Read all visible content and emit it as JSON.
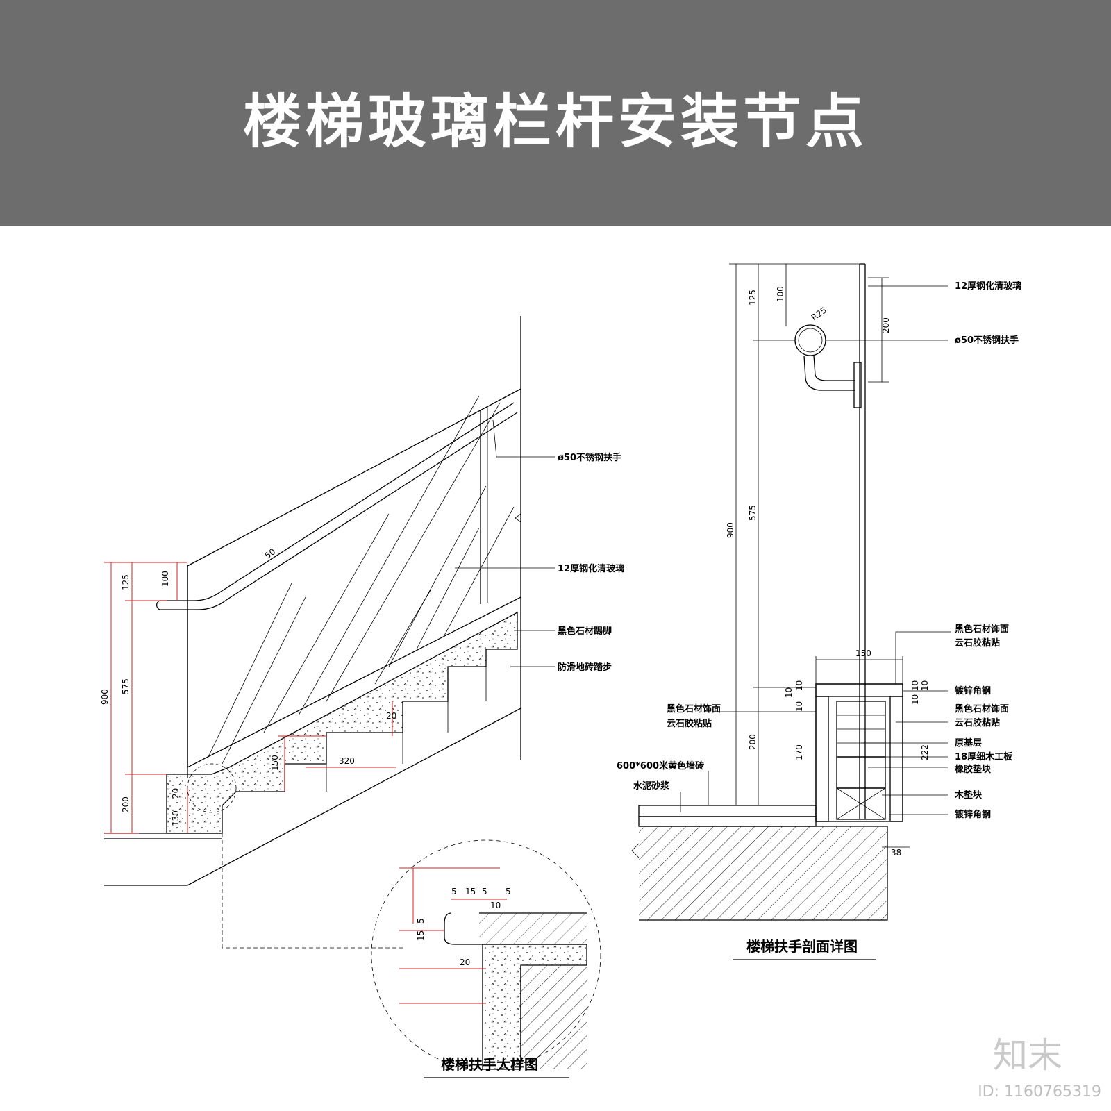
{
  "header": {
    "title": "楼梯玻璃栏杆安装节点",
    "background": "#6d6d6d"
  },
  "colors": {
    "line": "#000000",
    "dimension_red": "#d42020"
  },
  "elevation": {
    "labels": {
      "handrail": "ø50不锈钢扶手",
      "glass": "12厚钢化清玻璃",
      "skirting": "黑色石材踢脚",
      "tread": "防滑地砖踏步"
    },
    "dims": {
      "d900": "900",
      "d125": "125",
      "d575": "575",
      "d200": "200",
      "d100": "100",
      "d50": "50",
      "d20a": "20",
      "d130": "130",
      "d150": "150",
      "d320": "320",
      "d20b": "20"
    }
  },
  "section": {
    "labels": {
      "glass": "12厚钢化清玻璃",
      "handrail": "ø50不锈钢扶手",
      "stone_top_1": "黑色石材饰面",
      "stone_top_2": "云石胶粘贴",
      "angle_steel_1": "镀锌角钢",
      "stone_right_1": "黑色石材饰面",
      "stone_right_2": "云石胶粘贴",
      "base_layer": "原基层",
      "plywood": "18厚细木工板",
      "rubber": "橡胶垫块",
      "wood_block": "木垫块",
      "angle_steel_2": "镀锌角钢",
      "stone_left_1": "黑色石材饰面",
      "stone_left_2": "云石胶粘贴",
      "floor_tile": "600*600米黄色墙砖",
      "mortar": "水泥砂浆"
    },
    "dims": {
      "d900": "900",
      "d125": "125",
      "d100": "100",
      "d575": "575",
      "d200a": "200",
      "d200b": "200",
      "r25": "R25",
      "d150": "150",
      "d10a": "10",
      "d10b": "10",
      "d10c": "10",
      "d10d": "10",
      "d10e": "10",
      "d10f": "10",
      "d170": "170",
      "d222": "222",
      "d38": "38"
    }
  },
  "detail": {
    "dims": {
      "d5a": "5",
      "d15": "15",
      "d5b": "5",
      "d5c": "5",
      "d10": "10",
      "d5d": "5",
      "d15b": "15",
      "d20": "20"
    }
  },
  "captions": {
    "detail": "楼梯扶手大样图",
    "section": "楼梯扶手剖面详图"
  },
  "watermark": {
    "brand": "知末",
    "id": "ID: 1160765319"
  }
}
